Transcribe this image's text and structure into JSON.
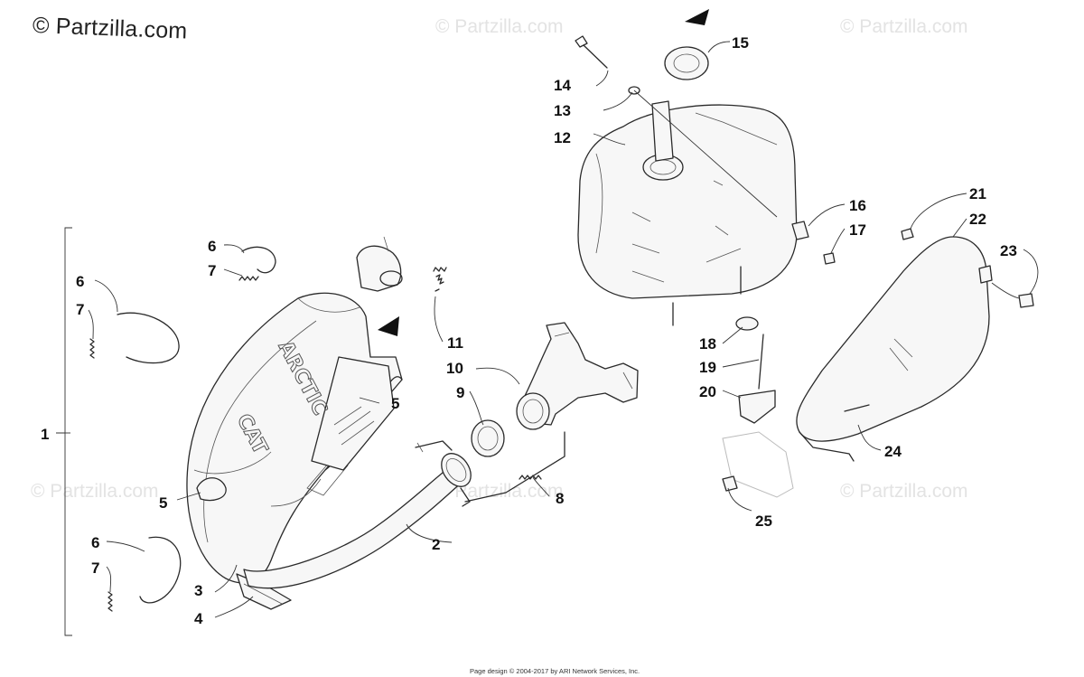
{
  "watermark": {
    "brand_text": "© Partzilla.com",
    "repeat_text": "© Partzilla.com"
  },
  "footer": {
    "copyright": "Page design © 2004-2017 by ARI Network Services, Inc."
  },
  "logo_text": {
    "line1": "ARCTIC",
    "line2": "CAT"
  },
  "callouts": {
    "c1": "1",
    "c2": "2",
    "c3": "3",
    "c4": "4",
    "c5a": "5",
    "c5b": "5",
    "c6a": "6",
    "c6b": "6",
    "c6c": "6",
    "c7a": "7",
    "c7b": "7",
    "c7c": "7",
    "c8": "8",
    "c9": "9",
    "c10": "10",
    "c11": "11",
    "c12": "12",
    "c13": "13",
    "c14": "14",
    "c15": "15",
    "c16": "16",
    "c17": "17",
    "c18": "18",
    "c19": "19",
    "c20": "20",
    "c21": "21",
    "c22": "22",
    "c23": "23",
    "c24": "24",
    "c25": "25"
  },
  "colors": {
    "line": "#2a2a2a",
    "watermark": "#e3e3e3",
    "text": "#111111"
  }
}
